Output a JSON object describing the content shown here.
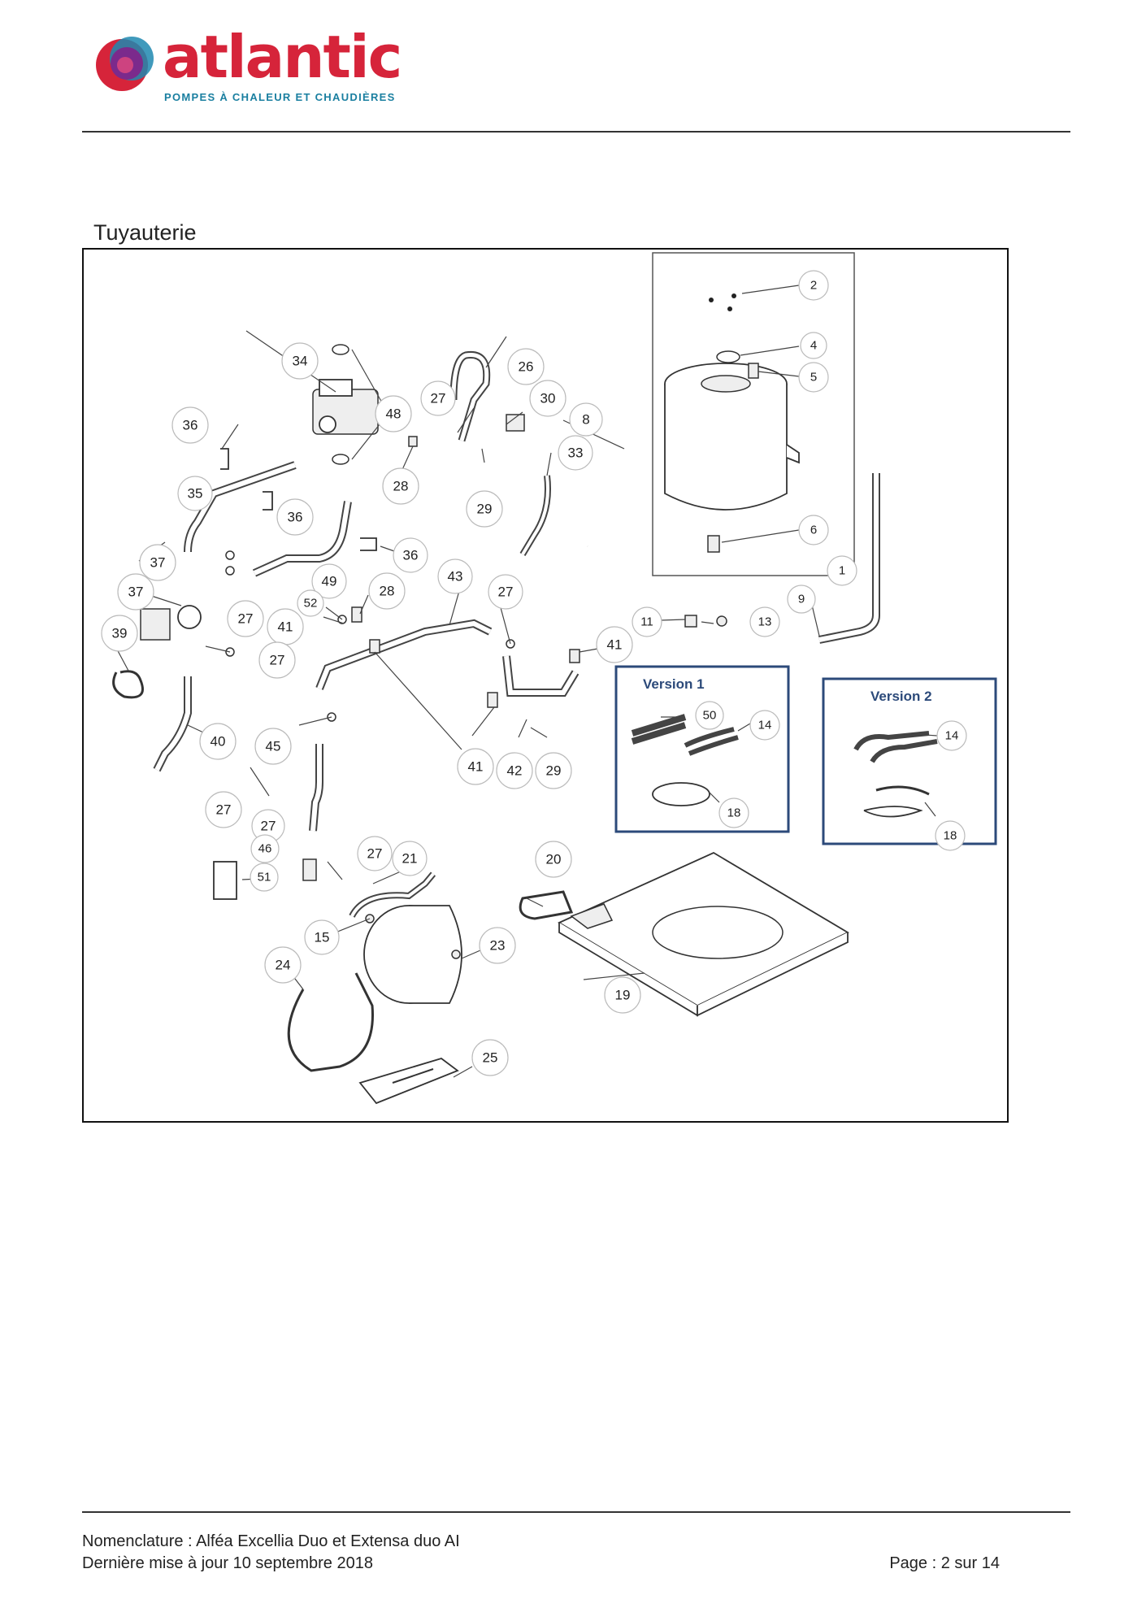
{
  "header": {
    "brand_name": "atlantic",
    "brand_tagline": "POMPES À CHALEUR ET CHAUDIÈRES",
    "brand_colors": {
      "primary": "#d6243a",
      "secondary": "#1a7fa0",
      "accent": "#7b2a8c"
    }
  },
  "section": {
    "title": "Tuyauterie"
  },
  "diagram": {
    "version_labels": [
      "Version 1",
      "Version 2"
    ],
    "callouts": [
      {
        "id": "c2",
        "label": "2"
      },
      {
        "id": "c4",
        "label": "4"
      },
      {
        "id": "c5",
        "label": "5"
      },
      {
        "id": "c6",
        "label": "6"
      },
      {
        "id": "c1",
        "label": "1"
      },
      {
        "id": "c9",
        "label": "9"
      },
      {
        "id": "c34",
        "label": "34"
      },
      {
        "id": "c26",
        "label": "26"
      },
      {
        "id": "c27a",
        "label": "27"
      },
      {
        "id": "c30",
        "label": "30"
      },
      {
        "id": "c48",
        "label": "48"
      },
      {
        "id": "c36a",
        "label": "36"
      },
      {
        "id": "c8",
        "label": "8"
      },
      {
        "id": "c33",
        "label": "33"
      },
      {
        "id": "c28a",
        "label": "28"
      },
      {
        "id": "c35",
        "label": "35"
      },
      {
        "id": "c29a",
        "label": "29"
      },
      {
        "id": "c36b",
        "label": "36"
      },
      {
        "id": "c36c",
        "label": "36"
      },
      {
        "id": "c37a",
        "label": "37"
      },
      {
        "id": "c43",
        "label": "43"
      },
      {
        "id": "c49",
        "label": "49"
      },
      {
        "id": "c37b",
        "label": "37"
      },
      {
        "id": "c28b",
        "label": "28"
      },
      {
        "id": "c27b",
        "label": "27"
      },
      {
        "id": "c52",
        "label": "52"
      },
      {
        "id": "c27c",
        "label": "27"
      },
      {
        "id": "c41a",
        "label": "41"
      },
      {
        "id": "c39",
        "label": "39"
      },
      {
        "id": "c11",
        "label": "11"
      },
      {
        "id": "c13",
        "label": "13"
      },
      {
        "id": "c41b",
        "label": "41"
      },
      {
        "id": "c27d",
        "label": "27"
      },
      {
        "id": "c50",
        "label": "50"
      },
      {
        "id": "c14a",
        "label": "14"
      },
      {
        "id": "c14b",
        "label": "14"
      },
      {
        "id": "c40",
        "label": "40"
      },
      {
        "id": "c45",
        "label": "45"
      },
      {
        "id": "c41c",
        "label": "41"
      },
      {
        "id": "c42",
        "label": "42"
      },
      {
        "id": "c29b",
        "label": "29"
      },
      {
        "id": "c18a",
        "label": "18"
      },
      {
        "id": "c18b",
        "label": "18"
      },
      {
        "id": "c27e",
        "label": "27"
      },
      {
        "id": "c27f",
        "label": "27"
      },
      {
        "id": "c46",
        "label": "46"
      },
      {
        "id": "c27g",
        "label": "27"
      },
      {
        "id": "c21",
        "label": "21"
      },
      {
        "id": "c20",
        "label": "20"
      },
      {
        "id": "c51",
        "label": "51"
      },
      {
        "id": "c15",
        "label": "15"
      },
      {
        "id": "c23",
        "label": "23"
      },
      {
        "id": "c24",
        "label": "24"
      },
      {
        "id": "c19",
        "label": "19"
      },
      {
        "id": "c25",
        "label": "25"
      }
    ]
  },
  "footer": {
    "line1": "Nomenclature : Alféa Excellia Duo et Extensa duo AI",
    "line2": "Dernière mise à jour 10 septembre 2018",
    "page": "Page : 2 sur 14"
  }
}
